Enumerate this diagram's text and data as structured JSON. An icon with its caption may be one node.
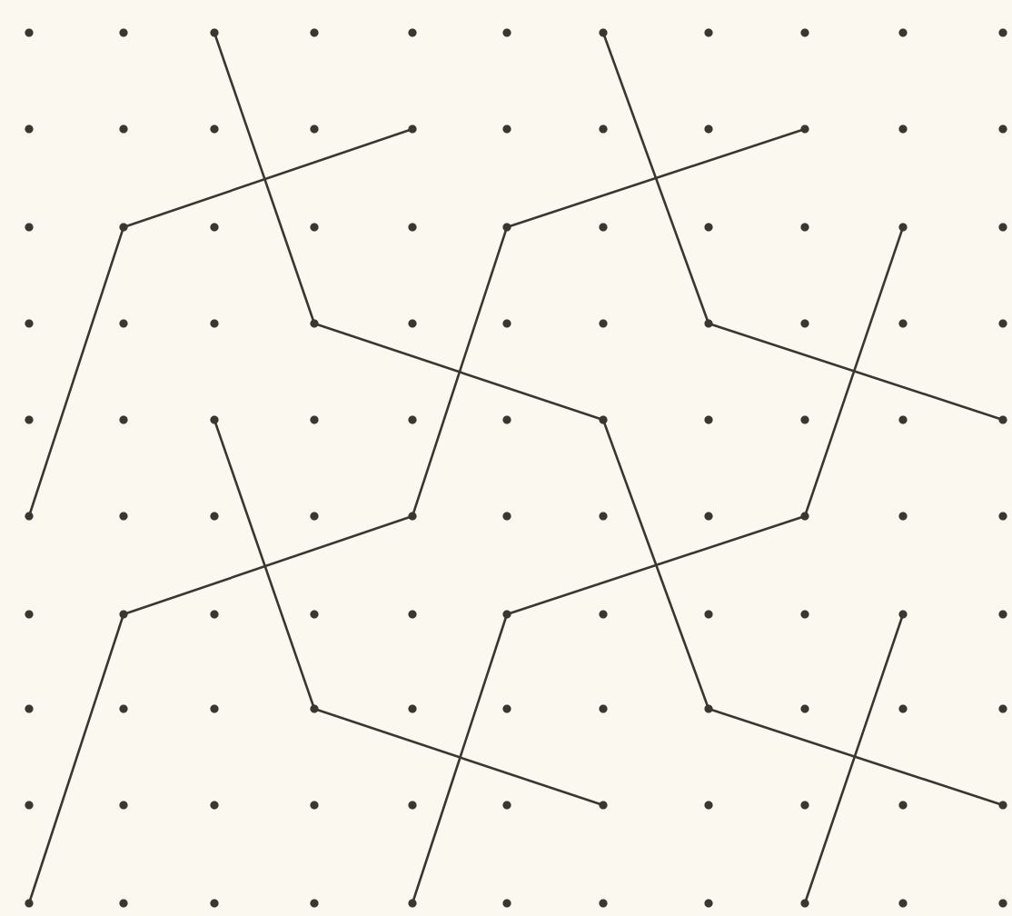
{
  "diagram": {
    "nodes": [
      {
        "text": [],
        "shape": "circle"
      },
      {
        "text": [],
        "shape": "circle"
      },
      {
        "text": [],
        "shape": "circle"
      },
      {
        "text": [],
        "shape": "circle"
      },
      {
        "text": [],
        "shape": "circle"
      },
      {
        "text": [],
        "shape": "circle"
      },
      {
        "text": [],
        "shape": "circle"
      },
      {
        "text": [],
        "shape": "circle"
      },
      {
        "text": [],
        "shape": "circle"
      },
      {
        "text": [],
        "shape": "circle"
      },
      {
        "text": [],
        "shape": "circle"
      },
      {
        "text": [],
        "shape": "circle"
      },
      {
        "text": [],
        "shape": "circle"
      },
      {
        "text": [],
        "shape": "circle"
      },
      {
        "text": [],
        "shape": "circle"
      },
      {
        "text": [],
        "shape": "circle"
      },
      {
        "text": [],
        "shape": "circle"
      },
      {
        "text": [],
        "shape": "circle"
      },
      {
        "text": [],
        "shape": "circle"
      },
      {
        "text": [],
        "shape": "circle"
      },
      {
        "text": [],
        "shape": "circle"
      },
      {
        "text": [],
        "shape": "circle"
      },
      {
        "text": [],
        "shape": "circle"
      },
      {
        "text": [],
        "shape": "circle"
      },
      {
        "text": [],
        "shape": "circle"
      }
    ],
    "edges": [
      {
        "from": 0,
        "to": 7,
        "arrow": "none"
      },
      {
        "from": 7,
        "to": 10,
        "arrow": "none"
      },
      {
        "from": 2,
        "to": 4,
        "arrow": "none"
      },
      {
        "from": 4,
        "to": 12,
        "arrow": "none"
      },
      {
        "from": 1,
        "to": 8,
        "arrow": "none"
      },
      {
        "from": 8,
        "to": 11,
        "arrow": "none"
      },
      {
        "from": 3,
        "to": 5,
        "arrow": "none"
      },
      {
        "from": 5,
        "to": 13,
        "arrow": "none"
      },
      {
        "from": 9,
        "to": 18,
        "arrow": "none"
      },
      {
        "from": 18,
        "to": 20,
        "arrow": "none"
      },
      {
        "from": 13,
        "to": 15,
        "arrow": "none"
      },
      {
        "from": 15,
        "to": 22,
        "arrow": "none"
      },
      {
        "from": 10,
        "to": 19,
        "arrow": "none"
      },
      {
        "from": 19,
        "to": 21,
        "arrow": "none"
      },
      {
        "from": 14,
        "to": 16,
        "arrow": "none"
      },
      {
        "from": 16,
        "to": 23,
        "arrow": "none"
      },
      {
        "from": 6,
        "to": 14,
        "arrow": "none"
      },
      {
        "from": 17,
        "to": 24,
        "arrow": "none"
      }
    ]
  }
}
